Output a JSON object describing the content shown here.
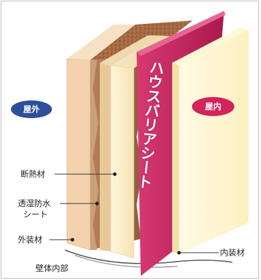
{
  "badges": {
    "outdoor": "屋外",
    "indoor": "屋内"
  },
  "film_text": "ハウスバリアシート",
  "labels": {
    "insulation": "断熱材",
    "breathable_sheet_line1": "透湿防水",
    "breathable_sheet_line2": "シート",
    "exterior_material": "外装材",
    "wall_interior": "壁体内部",
    "interior_material": "内装材"
  },
  "colors": {
    "outdoor_badge": "#2c4f9a",
    "indoor_badge": "#d2245a",
    "barrier_sheet": "#c4235f"
  }
}
